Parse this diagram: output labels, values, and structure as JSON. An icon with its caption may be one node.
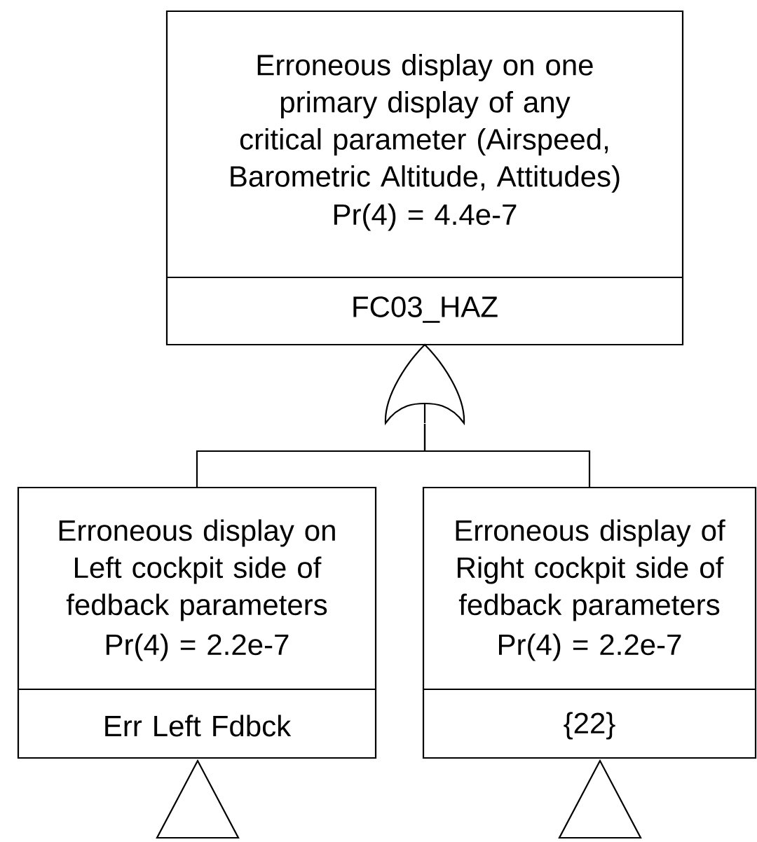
{
  "diagram": {
    "nodes": [
      {
        "text": [
          "Erroneous display on one primary display of any critical parameter (Airspeed, Barometric Altitude, Attitudes)",
          "Pr(4) = 4.4e-7",
          "FC03_HAZ"
        ]
      },
      {
        "text": [],
        "shape": "gate"
      },
      {
        "text": [
          "Erroneous display on Left cockpit side of fedback parameters",
          "Pr(4) = 2.2e-7",
          "Err Left Fdbck"
        ]
      },
      {
        "text": [
          "Erroneous display of Right cockpit side of fedback parameters",
          "Pr(4) = 2.2e-7",
          "{22}"
        ]
      },
      {
        "text": [],
        "shape": "triangle"
      },
      {
        "text": [],
        "shape": "triangle"
      }
    ],
    "edges": [
      {
        "from": 2,
        "to": 1,
        "arrow": "none"
      },
      {
        "from": 3,
        "to": 1,
        "arrow": "none"
      }
    ]
  }
}
